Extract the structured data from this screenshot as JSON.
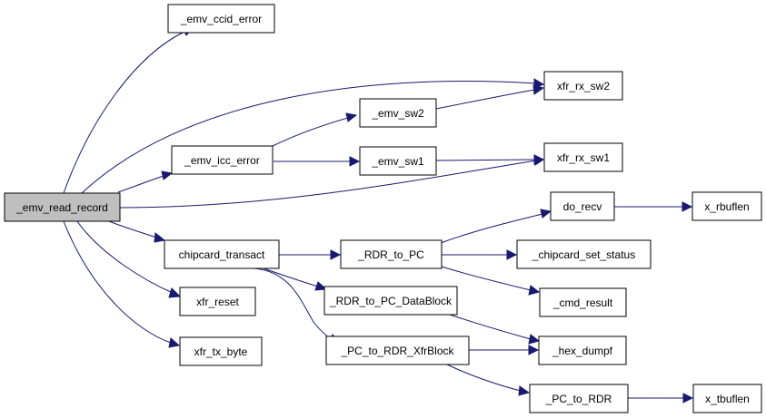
{
  "diagram": {
    "nodes": {
      "emv_read_record": "_emv_read_record",
      "emv_ccid_error": "_emv_ccid_error",
      "emv_icc_error": "_emv_icc_error",
      "xfr_rx_sw2": "xfr_rx_sw2",
      "xfr_rx_sw1": "xfr_rx_sw1",
      "emv_sw2": "_emv_sw2",
      "emv_sw1": "_emv_sw1",
      "chipcard_transact": "chipcard_transact",
      "xfr_reset": "xfr_reset",
      "xfr_tx_byte": "xfr_tx_byte",
      "rdr_to_pc": "_RDR_to_PC",
      "rdr_to_pc_datablock": "_RDR_to_PC_DataBlock",
      "pc_to_rdr_xfrblock": "_PC_to_RDR_XfrBlock",
      "do_recv": "do_recv",
      "x_rbuflen": "x_rbuflen",
      "chipcard_set_status": "_chipcard_set_status",
      "cmd_result": "_cmd_result",
      "hex_dumpf": "_hex_dumpf",
      "pc_to_rdr": "_PC_to_RDR",
      "x_tbuflen": "x_tbuflen"
    },
    "edges": [
      [
        "emv_read_record",
        "emv_ccid_error"
      ],
      [
        "emv_read_record",
        "xfr_rx_sw2"
      ],
      [
        "emv_read_record",
        "emv_icc_error"
      ],
      [
        "emv_read_record",
        "xfr_rx_sw1"
      ],
      [
        "emv_read_record",
        "chipcard_transact"
      ],
      [
        "emv_read_record",
        "xfr_reset"
      ],
      [
        "emv_read_record",
        "xfr_tx_byte"
      ],
      [
        "emv_icc_error",
        "emv_sw2"
      ],
      [
        "emv_icc_error",
        "emv_sw1"
      ],
      [
        "emv_sw2",
        "xfr_rx_sw2"
      ],
      [
        "emv_sw1",
        "xfr_rx_sw1"
      ],
      [
        "chipcard_transact",
        "rdr_to_pc"
      ],
      [
        "chipcard_transact",
        "rdr_to_pc_datablock"
      ],
      [
        "chipcard_transact",
        "pc_to_rdr_xfrblock"
      ],
      [
        "rdr_to_pc",
        "do_recv"
      ],
      [
        "rdr_to_pc",
        "chipcard_set_status"
      ],
      [
        "rdr_to_pc",
        "cmd_result"
      ],
      [
        "do_recv",
        "x_rbuflen"
      ],
      [
        "rdr_to_pc_datablock",
        "hex_dumpf"
      ],
      [
        "pc_to_rdr_xfrblock",
        "hex_dumpf"
      ],
      [
        "pc_to_rdr_xfrblock",
        "pc_to_rdr"
      ],
      [
        "pc_to_rdr",
        "x_tbuflen"
      ]
    ]
  },
  "colors": {
    "edge": "#191970",
    "node_border": "#000000",
    "node_fill": "#ffffff",
    "root_fill": "#bfbfbf"
  }
}
